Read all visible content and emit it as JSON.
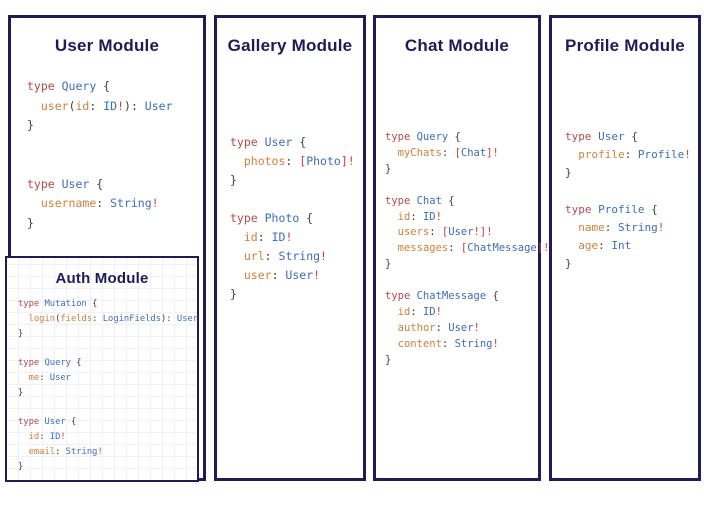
{
  "colors": {
    "navy": "#1e1c55",
    "keyword": "#b5494f",
    "typename": "#3d6db8",
    "field": "#d0813c",
    "punctuation": "#3f3f3f",
    "bang": "#c5423c",
    "background": "#ffffff"
  },
  "panels": [
    {
      "title": "User Module",
      "code": [
        [
          [
            "type ",
            "kw"
          ],
          [
            "Query",
            "ty"
          ],
          [
            " {",
            "pn"
          ]
        ],
        [
          [
            "  ",
            "pn"
          ],
          [
            "user",
            "fld"
          ],
          [
            "(",
            "pn"
          ],
          [
            "id",
            "fld"
          ],
          [
            ": ",
            "pn"
          ],
          [
            "ID",
            "ty"
          ],
          [
            "!",
            "bg"
          ],
          [
            "): ",
            "pn"
          ],
          [
            "User",
            "ty"
          ]
        ],
        [
          [
            "}",
            "pn"
          ]
        ],
        [],
        [],
        [
          [
            "type ",
            "kw"
          ],
          [
            "User",
            "ty"
          ],
          [
            " {",
            "pn"
          ]
        ],
        [
          [
            "  ",
            "pn"
          ],
          [
            "username",
            "fld"
          ],
          [
            ": ",
            "pn"
          ],
          [
            "String",
            "ty"
          ],
          [
            "!",
            "bg"
          ]
        ],
        [
          [
            "}",
            "pn"
          ]
        ]
      ]
    },
    {
      "title": "Gallery Module",
      "code": [
        [
          [
            "type ",
            "kw"
          ],
          [
            "User",
            "ty"
          ],
          [
            " {",
            "pn"
          ]
        ],
        [
          [
            "  ",
            "pn"
          ],
          [
            "photos",
            "fld"
          ],
          [
            ": ",
            "pn"
          ],
          [
            "[",
            "bg"
          ],
          [
            "Photo",
            "ty"
          ],
          [
            "]",
            "bg"
          ],
          [
            "!",
            "bg"
          ]
        ],
        [
          [
            "}",
            "pn"
          ]
        ],
        [],
        [
          [
            "type ",
            "kw"
          ],
          [
            "Photo",
            "ty"
          ],
          [
            " {",
            "pn"
          ]
        ],
        [
          [
            "  ",
            "pn"
          ],
          [
            "id",
            "fld"
          ],
          [
            ": ",
            "pn"
          ],
          [
            "ID",
            "ty"
          ],
          [
            "!",
            "bg"
          ]
        ],
        [
          [
            "  ",
            "pn"
          ],
          [
            "url",
            "fld"
          ],
          [
            ": ",
            "pn"
          ],
          [
            "String",
            "ty"
          ],
          [
            "!",
            "bg"
          ]
        ],
        [
          [
            "  ",
            "pn"
          ],
          [
            "user",
            "fld"
          ],
          [
            ": ",
            "pn"
          ],
          [
            "User",
            "ty"
          ],
          [
            "!",
            "bg"
          ]
        ],
        [
          [
            "}",
            "pn"
          ]
        ]
      ]
    },
    {
      "title": "Chat Module",
      "code": [
        [
          [
            "type ",
            "kw"
          ],
          [
            "Query",
            "ty"
          ],
          [
            " {",
            "pn"
          ]
        ],
        [
          [
            "  ",
            "pn"
          ],
          [
            "myChats",
            "fld"
          ],
          [
            ": ",
            "pn"
          ],
          [
            "[",
            "bg"
          ],
          [
            "Chat",
            "ty"
          ],
          [
            "]",
            "bg"
          ],
          [
            "!",
            "bg"
          ]
        ],
        [
          [
            "}",
            "pn"
          ]
        ],
        [],
        [
          [
            "type ",
            "kw"
          ],
          [
            "Chat",
            "ty"
          ],
          [
            " {",
            "pn"
          ]
        ],
        [
          [
            "  ",
            "pn"
          ],
          [
            "id",
            "fld"
          ],
          [
            ": ",
            "pn"
          ],
          [
            "ID",
            "ty"
          ],
          [
            "!",
            "bg"
          ]
        ],
        [
          [
            "  ",
            "pn"
          ],
          [
            "users",
            "fld"
          ],
          [
            ": ",
            "pn"
          ],
          [
            "[",
            "bg"
          ],
          [
            "User",
            "ty"
          ],
          [
            "!",
            "bg"
          ],
          [
            "]",
            "bg"
          ],
          [
            "!",
            "bg"
          ]
        ],
        [
          [
            "  ",
            "pn"
          ],
          [
            "messages",
            "fld"
          ],
          [
            ": ",
            "pn"
          ],
          [
            "[",
            "bg"
          ],
          [
            "ChatMessage",
            "ty"
          ],
          [
            "]",
            "bg"
          ],
          [
            "!",
            "bg"
          ]
        ],
        [
          [
            "}",
            "pn"
          ]
        ],
        [],
        [
          [
            "type ",
            "kw"
          ],
          [
            "ChatMessage",
            "ty"
          ],
          [
            " {",
            "pn"
          ]
        ],
        [
          [
            "  ",
            "pn"
          ],
          [
            "id",
            "fld"
          ],
          [
            ": ",
            "pn"
          ],
          [
            "ID",
            "ty"
          ],
          [
            "!",
            "bg"
          ]
        ],
        [
          [
            "  ",
            "pn"
          ],
          [
            "author",
            "fld"
          ],
          [
            ": ",
            "pn"
          ],
          [
            "User",
            "ty"
          ],
          [
            "!",
            "bg"
          ]
        ],
        [
          [
            "  ",
            "pn"
          ],
          [
            "content",
            "fld"
          ],
          [
            ": ",
            "pn"
          ],
          [
            "String",
            "ty"
          ],
          [
            "!",
            "bg"
          ]
        ],
        [
          [
            "}",
            "pn"
          ]
        ]
      ]
    },
    {
      "title": "Profile Module",
      "code": [
        [
          [
            "type ",
            "kw"
          ],
          [
            "User",
            "ty"
          ],
          [
            " {",
            "pn"
          ]
        ],
        [
          [
            "  ",
            "pn"
          ],
          [
            "profile",
            "fld"
          ],
          [
            ": ",
            "pn"
          ],
          [
            "Profile",
            "ty"
          ],
          [
            "!",
            "bg"
          ]
        ],
        [
          [
            "}",
            "pn"
          ]
        ],
        [],
        [
          [
            "type ",
            "kw"
          ],
          [
            "Profile",
            "ty"
          ],
          [
            " {",
            "pn"
          ]
        ],
        [
          [
            "  ",
            "pn"
          ],
          [
            "name",
            "fld"
          ],
          [
            ": ",
            "pn"
          ],
          [
            "String",
            "ty"
          ],
          [
            "!",
            "bg"
          ]
        ],
        [
          [
            "  ",
            "pn"
          ],
          [
            "age",
            "fld"
          ],
          [
            ": ",
            "pn"
          ],
          [
            "Int",
            "ty"
          ]
        ],
        [
          [
            "}",
            "pn"
          ]
        ]
      ]
    }
  ],
  "auth_panel": {
    "title": "Auth Module",
    "code": [
      [
        [
          "type ",
          "kw"
        ],
        [
          "Mutation",
          "ty"
        ],
        [
          " {",
          "pn"
        ]
      ],
      [
        [
          "  ",
          "pn"
        ],
        [
          "login",
          "fld"
        ],
        [
          "(",
          "pn"
        ],
        [
          "fields",
          "fld"
        ],
        [
          ": ",
          "pn"
        ],
        [
          "LoginFields",
          "ty"
        ],
        [
          "): ",
          "pn"
        ],
        [
          "User",
          "ty"
        ]
      ],
      [
        [
          "}",
          "pn"
        ]
      ],
      [],
      [
        [
          "type ",
          "kw"
        ],
        [
          "Query",
          "ty"
        ],
        [
          " {",
          "pn"
        ]
      ],
      [
        [
          "  ",
          "pn"
        ],
        [
          "me",
          "fld"
        ],
        [
          ": ",
          "pn"
        ],
        [
          "User",
          "ty"
        ]
      ],
      [
        [
          "}",
          "pn"
        ]
      ],
      [],
      [
        [
          "type ",
          "kw"
        ],
        [
          "User",
          "ty"
        ],
        [
          " {",
          "pn"
        ]
      ],
      [
        [
          "  ",
          "pn"
        ],
        [
          "id",
          "fld"
        ],
        [
          ": ",
          "pn"
        ],
        [
          "ID",
          "ty"
        ],
        [
          "!",
          "bg"
        ]
      ],
      [
        [
          "  ",
          "pn"
        ],
        [
          "email",
          "fld"
        ],
        [
          ": ",
          "pn"
        ],
        [
          "String",
          "ty"
        ],
        [
          "!",
          "bg"
        ]
      ],
      [
        [
          "}",
          "pn"
        ]
      ]
    ]
  }
}
